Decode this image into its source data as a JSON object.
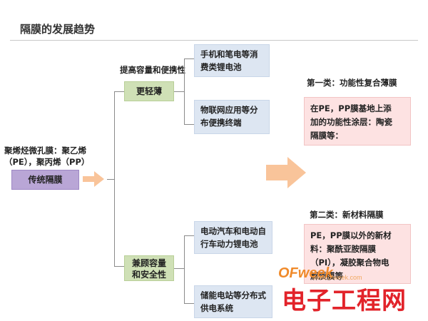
{
  "title": "隔膜的发展趋势",
  "root": {
    "caption_line1": "聚烯烃微孔膜：聚乙烯",
    "caption_line2": "（PE），聚丙烯（PP）",
    "box": "传统隔膜"
  },
  "branch_top": {
    "caption": "提高容量和便携性",
    "box": "更轻薄",
    "leaves": [
      {
        "line1": "手机和笔电等消",
        "line2": "费类锂电池"
      },
      {
        "line1": "物联网应用等分",
        "line2": "布便携终端"
      }
    ]
  },
  "branch_bottom": {
    "box_line1": "兼顾容量",
    "box_line2": "和安全性",
    "leaves": [
      {
        "line1": "电动汽车和电动自",
        "line2": "行车动力锂电池"
      },
      {
        "line1": "储能电站等分布式",
        "line2": "供电系统"
      }
    ]
  },
  "category1": {
    "heading": "第一类：功能性复合薄膜",
    "line1": "在PE，PP膜基地上添",
    "line2": "加的功能性涂层：陶瓷",
    "line3": "隔膜等："
  },
  "category2": {
    "heading": "第二类：新材料隔膜",
    "line1": "PE，PP膜以外的新材",
    "line2": "料：聚酰亚胺隔膜",
    "line3": "（PI），凝胶聚合物电",
    "line4": "解质膜等"
  },
  "watermark": {
    "logo": "OFweek",
    "url": "www.ofweek.com",
    "site": "电子工程网"
  },
  "colors": {
    "arrow": "#f9c49a",
    "root_box": "#b9a6d6",
    "branch_box": "#cfe0b6",
    "leaf_box": "#dde6f2",
    "category_box": "#fde2e2"
  }
}
